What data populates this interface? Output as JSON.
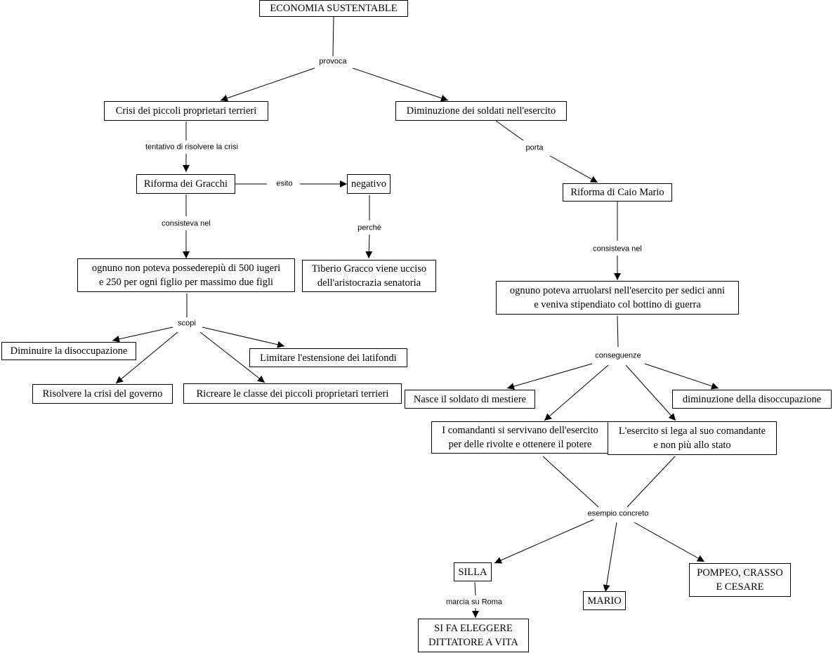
{
  "nodes": {
    "economia": "ECONOMIA SUSTENTABLE",
    "crisi": "Crisi dei piccoli proprietari terrieri",
    "diminuzione": "Diminuzione dei soldati nell'esercito",
    "gracchi": "Riforma dei Gracchi",
    "negativo": "negativo",
    "ognuno_non": "ognuno non poteva possederepiù di 500 iugeri\ne 250 per ogni figlio per massimo due figli",
    "tiberio": "Tiberio Gracco viene ucciso\ndell'aristocrazia senatoria",
    "diminuire": "Diminuire la disoccupazione",
    "limitare": "Limitare l'estensione dei latifondi",
    "risolvere": "Risolvere la crisi del governo",
    "ricreare": "Ricreare le classe dei piccoli proprietari terrieri",
    "caio": "Riforma di Caio Mario",
    "ognuno_poteva": "ognuno poteva arruolarsi nell'esercito per sedici anni\ne veniva stipendiato col bottino di guerra",
    "nasce": "Nasce il soldato di mestiere",
    "diminuzione_dis": "diminuzione della disoccupazione",
    "comandanti": "I comandanti si servivano dell'esercito\nper delle rivolte e ottenere il potere",
    "esercito_lega": "L'esercito si lega al suo comandante\ne non più allo stato",
    "silla": "SILLA",
    "mario": "MARIO",
    "pompeo": "POMPEO, CRASSO\nE CESARE",
    "dittatore": "SI FA ELEGGERE\nDITTATORE A VITA"
  },
  "labels": {
    "provoca": "provoca",
    "tentativo": "tentativo di risolvere la crisi",
    "esito": "esito",
    "consisteva1": "consisteva nel",
    "perche": "perchè",
    "scopi": "scopi",
    "porta": "porta",
    "consisteva2": "consisteva nel",
    "conseguenze": "conseguenze",
    "esempio": "esempio concreto",
    "marcia": "marcia su Roma"
  }
}
